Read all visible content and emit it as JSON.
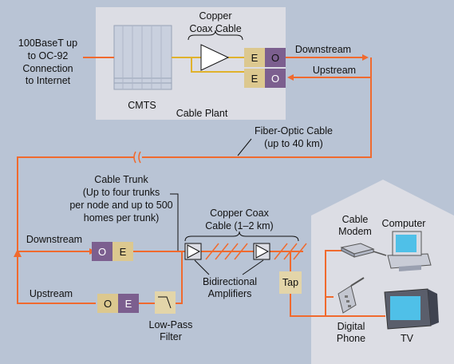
{
  "headend": {
    "input_line1": "100BaseT up",
    "input_line2": "to OC-92",
    "input_line3": "Connection",
    "input_line4": "to Internet",
    "cmts_label": "CMTS",
    "plant_label": "Cable Plant",
    "coax_line1": "Copper",
    "coax_line2": "Coax Cable",
    "downstream": "Downstream",
    "upstream": "Upstream"
  },
  "converters": {
    "e": "E",
    "o": "O"
  },
  "fiber": {
    "line1": "Fiber-Optic Cable",
    "line2": "(up to 40 km)"
  },
  "trunk": {
    "line1": "Cable Trunk",
    "line2": "(Up to four trunks",
    "line3": "per node and up to 500",
    "line4": "homes per trunk)",
    "coax_line1": "Copper Coax",
    "coax_line2": "Cable (1–2 km)"
  },
  "node": {
    "downstream": "Downstream",
    "upstream": "Upstream"
  },
  "amplifiers": {
    "line1": "Bidirectional",
    "line2": "Amplifiers"
  },
  "filter": {
    "line1": "Low-Pass",
    "line2": "Filter"
  },
  "home": {
    "tap": "Tap",
    "modem_line1": "Cable",
    "modem_line2": "Modem",
    "computer": "Computer",
    "phone_line1": "Digital",
    "phone_line2": "Phone",
    "tv": "TV"
  },
  "colors": {
    "background": "#b9c4d5",
    "panel": "#dcdde4",
    "house": "#dcdde4",
    "fiber_line": "#f06a2e",
    "coax_line": "#e0b22c",
    "e_box": "#dcc88f",
    "o_box": "#7c5f8f",
    "tap_box": "#e3d5a9"
  }
}
